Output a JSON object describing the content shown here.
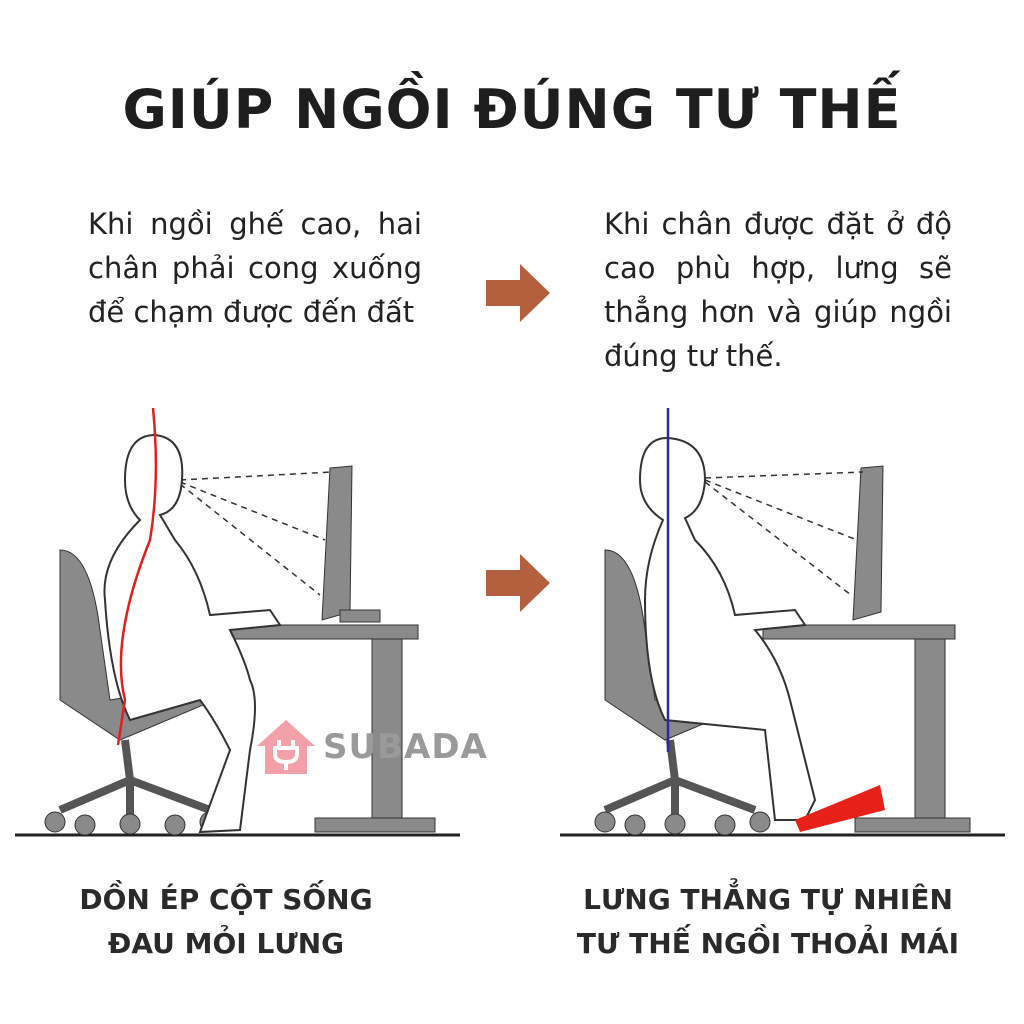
{
  "title": "GIÚP NGỒI ĐÚNG TƯ THẾ",
  "left_text": "Khi ngồi ghế cao, hai chân phải cong xuống để chạm được đến đất",
  "right_text": "Khi chân được đặt ở độ cao phù hợp, lưng sẽ thẳng hơn và giúp ngồi đúng tư thế.",
  "left_caption": [
    "DỒN ÉP CỘT SỐNG",
    "ĐAU MỎI LƯNG"
  ],
  "right_caption": [
    "LƯNG THẲNG TỰ NHIÊN",
    "TƯ THẾ NGỒI THOẢI MÁI"
  ],
  "watermark": "SUBADA",
  "colors": {
    "arrow": "#b4603e",
    "spine_bad": "#e0201e",
    "spine_good": "#2a2aa0",
    "footrest": "#e8201a",
    "furniture": "#8a8a8a",
    "watermark_icon": "#f4a0a8"
  }
}
